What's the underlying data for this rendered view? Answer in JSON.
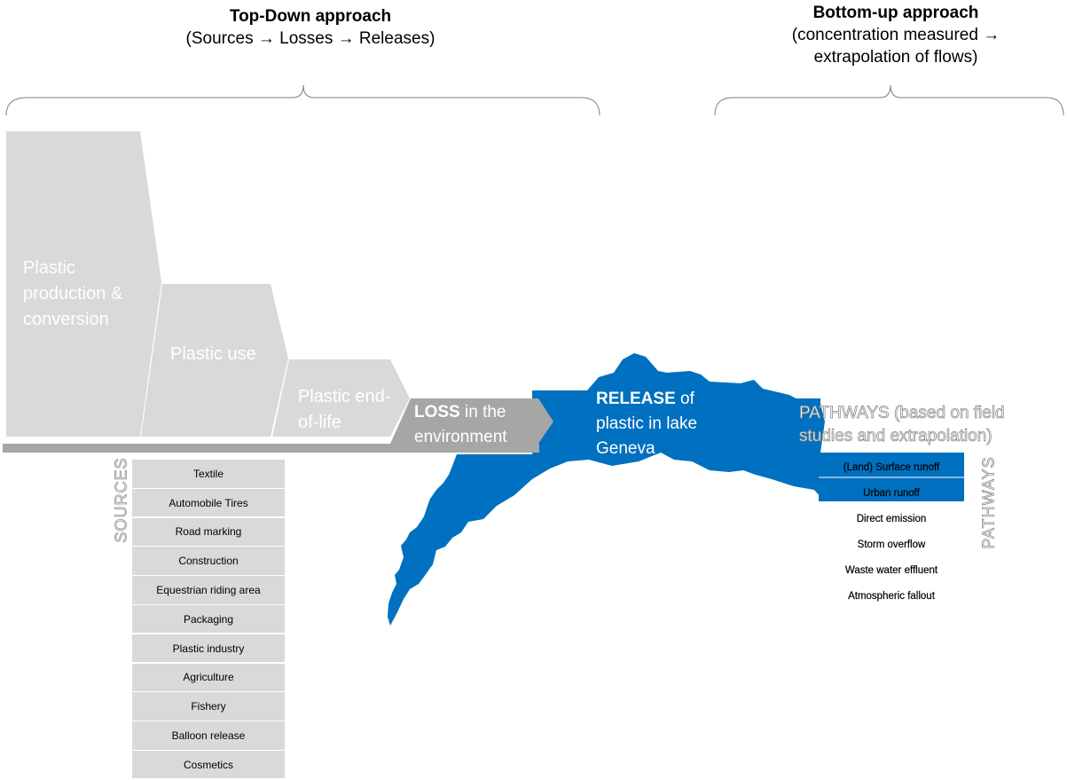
{
  "headers": {
    "top_down": {
      "title": "Top-Down approach",
      "subtitle": "(Sources → Losses → Releases)"
    },
    "bottom_up": {
      "title": "Bottom-up approach",
      "subtitle_line1": "(concentration measured →",
      "subtitle_line2": "extrapolation of flows)"
    }
  },
  "stages": {
    "production": "Plastic\nproduction &\nconversion",
    "use": "Plastic use",
    "end_of_life": "Plastic end-\nof-life"
  },
  "loss": {
    "bold": "LOSS",
    "text_line1": " in the",
    "text_line2": "environment"
  },
  "release": {
    "bold": "RELEASE",
    "text_line1": " of",
    "text_line2": "plastic in lake",
    "text_line3": "Geneva"
  },
  "pathways_box": {
    "line1": "PATHWAYS  (based on field",
    "line2": "studies and extrapolation)"
  },
  "sources_label": "SOURCES",
  "pathways_label": "PATHWAYS",
  "sources": [
    "Textile",
    "Automobile Tires",
    "Road marking",
    "Construction",
    "Equestrian riding area",
    "Packaging",
    "Plastic industry",
    "Agriculture",
    "Fishery",
    "Balloon release",
    "Cosmetics"
  ],
  "pathways": [
    "(Land) Surface runoff",
    "Urban runoff",
    "Direct emission",
    "Storm overflow",
    "Waste water effluent",
    "Atmospheric fallout"
  ],
  "colors": {
    "stage_fill": "#d9d9d9",
    "loss_fill": "#a6a6a6",
    "lake_blue": "#0070c0",
    "bar_gray": "#a6a6a6"
  }
}
